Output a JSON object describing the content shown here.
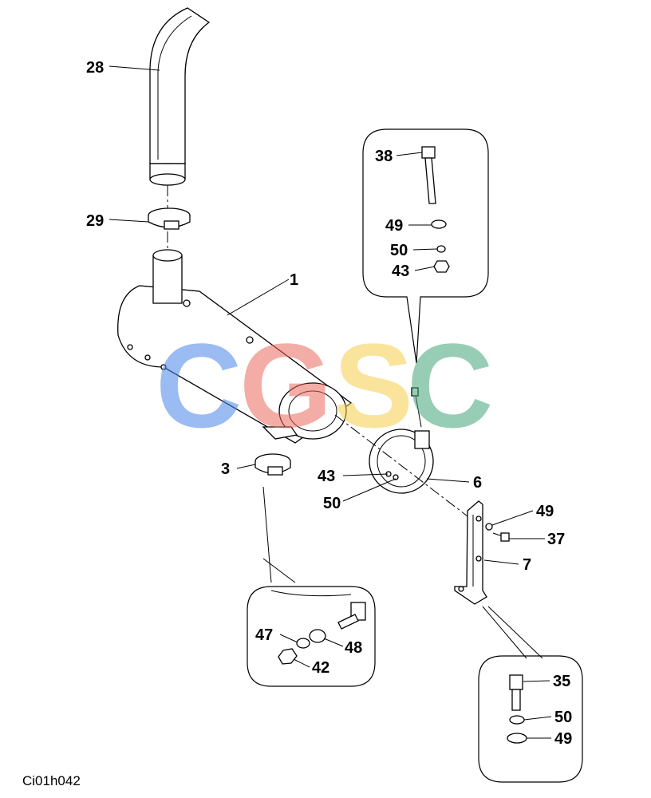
{
  "diagram": {
    "callouts": {
      "c28": "28",
      "c29": "29",
      "c1": "1",
      "c3": "3",
      "c43a": "43",
      "c50a": "50",
      "c6": "6",
      "c49a": "49",
      "c37": "37",
      "c7": "7",
      "c38": "38",
      "c49b": "49",
      "c50b": "50",
      "c43b": "43",
      "c47": "47",
      "c48": "48",
      "c42": "42",
      "c35": "35",
      "c50c": "50",
      "c49c": "49"
    },
    "figure_code": "Ci01h042"
  },
  "watermark": {
    "letters": [
      "C",
      "G",
      "S",
      "C"
    ],
    "colors": [
      "#4a86e8",
      "#ea6b5f",
      "#f6cf4a",
      "#43a67a"
    ]
  }
}
